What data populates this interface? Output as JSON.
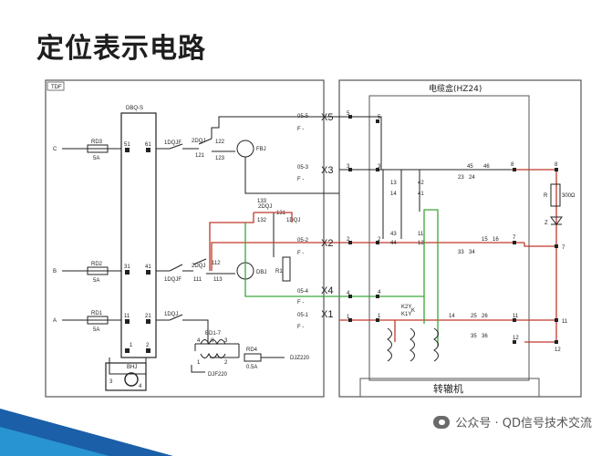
{
  "slide": {
    "title": "定位表示电路"
  },
  "watermark": {
    "text": "公众号 · QD信号技术交流"
  },
  "colors": {
    "red_wire": "#c0392b",
    "green_wire": "#3aa63a",
    "black_wire": "#222222",
    "accent_blue": "#1a5fa8"
  },
  "left_panel": {
    "tag": "TDF",
    "relay_box_label": "DBQ-S",
    "pins_top": [
      "51",
      "61"
    ],
    "pins_mid": [
      "31",
      "41"
    ],
    "pins_bot": [
      "11",
      "21"
    ],
    "pins_base": [
      "1",
      "2"
    ],
    "bhj_label": "BHJ",
    "bhj_pins": [
      "3",
      "4"
    ]
  },
  "inputs": [
    {
      "node": "C",
      "resistor": "RD3",
      "value": "5A"
    },
    {
      "node": "B",
      "resistor": "RD2",
      "value": "5A"
    },
    {
      "node": "A",
      "resistor": "RD1",
      "value": "5A"
    }
  ],
  "contacts": {
    "djf_top": "1DQJF",
    "dqj_top": "2DQJ",
    "dqj_top_pins": [
      "122",
      "121",
      "123"
    ],
    "fbj": "FBJ",
    "dqj_mid": "2DQJ",
    "dqj_mid_pins": [
      "132",
      "133",
      "131"
    ],
    "mid_right": "1DQJ",
    "djf_mid": "1DQJF",
    "dqj_low": "2DQJ",
    "dqj_low_pins": [
      "112",
      "111",
      "113"
    ],
    "dbj": "DBJ",
    "r1": "R1",
    "djf_bot": "1DQJ"
  },
  "transformer": {
    "label": "BD1-7",
    "taps_top": [
      "4",
      "II",
      "3"
    ],
    "taps_bot": [
      "1",
      "2"
    ],
    "rd4": "RD4",
    "rd4_value": "0.5A",
    "dj_left": "DJF220",
    "dj_right": "DJZ220"
  },
  "terminal_strip": {
    "rows": [
      {
        "label": "X5",
        "code": "05-5",
        "f": "F -",
        "pin": "5"
      },
      {
        "label": "X3",
        "code": "05-3",
        "f": "F -",
        "pin": "3"
      },
      {
        "label": "X2",
        "code": "05-2",
        "f": "F -",
        "pin": "2"
      },
      {
        "label": "X4",
        "code": "05-4",
        "f": "F -",
        "pin": "4"
      },
      {
        "label": "X1",
        "code": "05-1",
        "f": "F -",
        "pin": "1"
      }
    ]
  },
  "cable_box": {
    "title": "电缆盒(HZ24)",
    "pins_col1": [
      "5",
      "3",
      "2",
      "4",
      "1"
    ],
    "pins_col2": [
      "13",
      "14",
      "43",
      "44",
      "11",
      "12",
      "42",
      "41"
    ]
  },
  "switch_machine": {
    "title": "转辙机",
    "k_labels": [
      "K2Y",
      "K1Y",
      "K"
    ],
    "row3": [
      "45",
      "46",
      "8"
    ],
    "row3b": [
      "23",
      "24"
    ],
    "row2": [
      "15",
      "16",
      "7"
    ],
    "row2b": [
      "33",
      "34"
    ],
    "row1": [
      "14",
      "25",
      "26",
      "11"
    ],
    "row1b": [
      "35",
      "36",
      "12"
    ]
  },
  "right_column": {
    "top_pin": "8",
    "r_label": "R",
    "r_value": "300Ω",
    "z_label": "Z",
    "mid_pin": "7",
    "low_pins": [
      "11",
      "12"
    ]
  }
}
